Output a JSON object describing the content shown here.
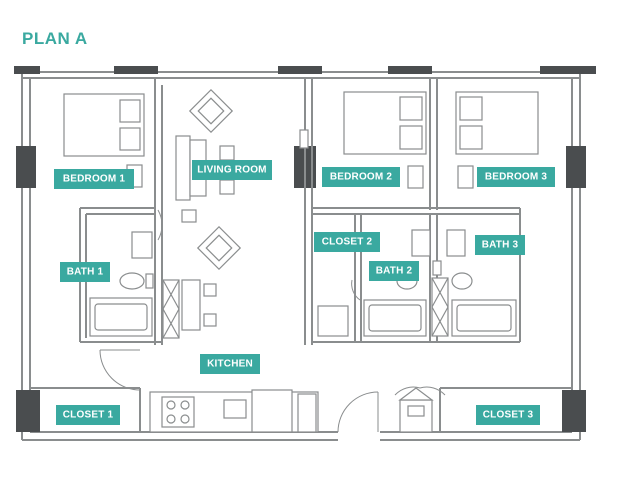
{
  "plan": {
    "title": "PLAN A",
    "accent_color": "#3aa9a0",
    "wall_color": "#8a8d8e",
    "column_color": "#4a4d4f"
  },
  "rooms": {
    "bedroom_1": "BEDROOM 1",
    "living_room": "LIVING ROOM",
    "bedroom_2": "BEDROOM 2",
    "bedroom_3": "BEDROOM 3",
    "closet_2": "CLOSET 2",
    "bath_3": "BATH 3",
    "bath_1": "BATH 1",
    "bath_2": "BATH 2",
    "kitchen": "KITCHEN",
    "closet_1": "CLOSET 1",
    "closet_3": "CLOSET 3"
  }
}
